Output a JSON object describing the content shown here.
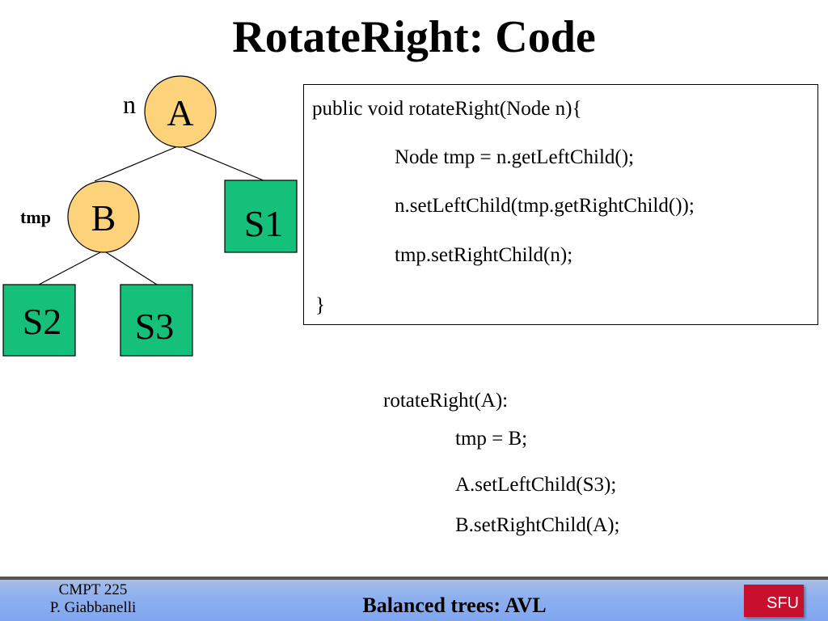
{
  "title": "RotateRight: Code",
  "tree": {
    "n_label": "n",
    "tmp_label": "tmp",
    "nodes": {
      "A": "A",
      "B": "B",
      "S1": "S1",
      "S2": "S2",
      "S3": "S3"
    },
    "colors": {
      "circle_fill": "#fcd37a",
      "square_fill": "#14c07a"
    }
  },
  "code": {
    "lines": [
      "public void rotateRight(Node n){",
      "Node tmp = n.getLeftChild();",
      "n.setLeftChild(tmp.getRightChild());",
      "tmp.setRightChild(n);",
      "}"
    ]
  },
  "trace": {
    "header": "rotateRight(A):",
    "lines": [
      "tmp = B;",
      "A.setLeftChild(S3);",
      "B.setRightChild(A);"
    ]
  },
  "footer": {
    "course_line1": "CMPT 225",
    "course_line2": "P. Giabbanelli",
    "title": "Balanced trees: AVL",
    "logo_text": "SFU",
    "bar_color": "#80a6f0",
    "logo_color": "#c8102e"
  }
}
